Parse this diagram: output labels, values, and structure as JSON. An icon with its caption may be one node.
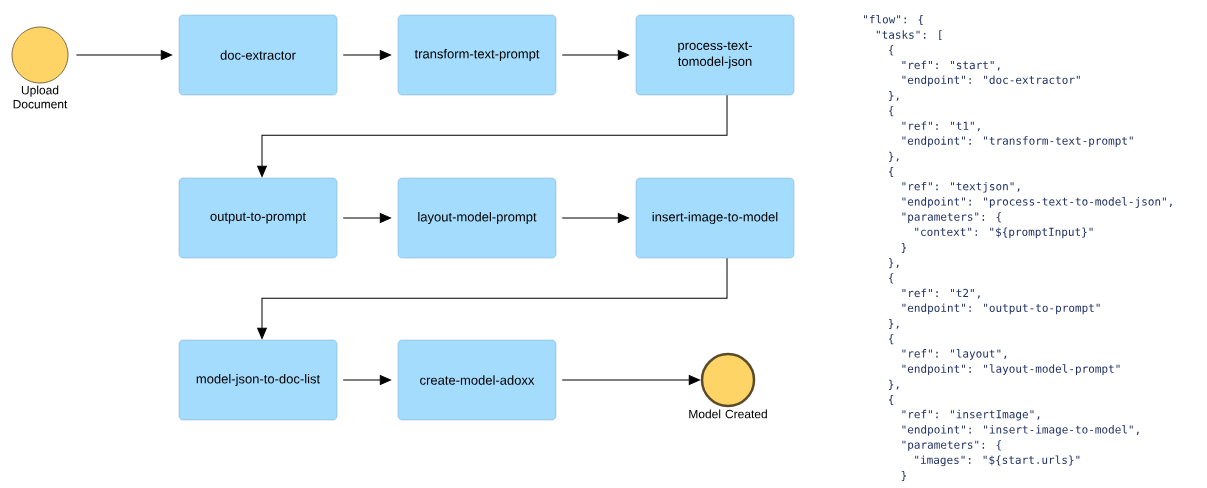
{
  "diagram": {
    "nodes": [
      {
        "text": [
          "Upload Document"
        ]
      },
      {
        "text": [
          "doc-extractor"
        ]
      },
      {
        "text": [
          "transform-text-prompt"
        ]
      },
      {
        "text": [
          "process-text-tomodel-json"
        ]
      },
      {
        "text": [
          "output-to-prompt"
        ]
      },
      {
        "text": [
          "layout-model-prompt"
        ]
      },
      {
        "text": [
          "insert-image-to-model"
        ]
      },
      {
        "text": [
          "model-json-to-doc-list"
        ]
      },
      {
        "text": [
          "create-model-adoxx"
        ]
      },
      {
        "text": [
          "Model Created"
        ]
      }
    ],
    "edges": [
      {
        "from": 0,
        "to": 1,
        "arrow": "to"
      },
      {
        "from": 1,
        "to": 2,
        "arrow": "to"
      },
      {
        "from": 2,
        "to": 3,
        "arrow": "to"
      },
      {
        "from": 3,
        "to": 4,
        "arrow": "to"
      },
      {
        "from": 4,
        "to": 5,
        "arrow": "to"
      },
      {
        "from": 5,
        "to": 6,
        "arrow": "to"
      },
      {
        "from": 6,
        "to": 7,
        "arrow": "to"
      },
      {
        "from": 7,
        "to": 8,
        "arrow": "to"
      },
      {
        "from": 8,
        "to": 9,
        "arrow": "to"
      }
    ],
    "labels": [
      "\"flow\": {",
      "\"tasks\": [",
      "{",
      "\"ref\": \"start\",",
      "\"endpoint\": \"doc-extractor\"",
      "},",
      "{",
      "\"ref\": \"t1\",",
      "\"endpoint\": \"transform-text-prompt\"",
      "},",
      "{",
      "\"ref\": \"textjson\",",
      "\"endpoint\": \"process-text-to-model-json\",",
      "\"parameters\": {",
      "\"context\": \"${promptInput}\"",
      "}",
      "},",
      "{",
      "\"ref\": \"t2\",",
      "\"endpoint\": \"output-to-prompt\"",
      "},",
      "{",
      "\"ref\": \"layout\",",
      "\"endpoint\": \"layout-model-prompt\"",
      "},",
      "{",
      "\"ref\": \"insertImage\",",
      "\"endpoint\": \"insert-image-to-model\",",
      "\"parameters\": {",
      "\"images\": \"${start.urls}\"",
      "}"
    ]
  }
}
